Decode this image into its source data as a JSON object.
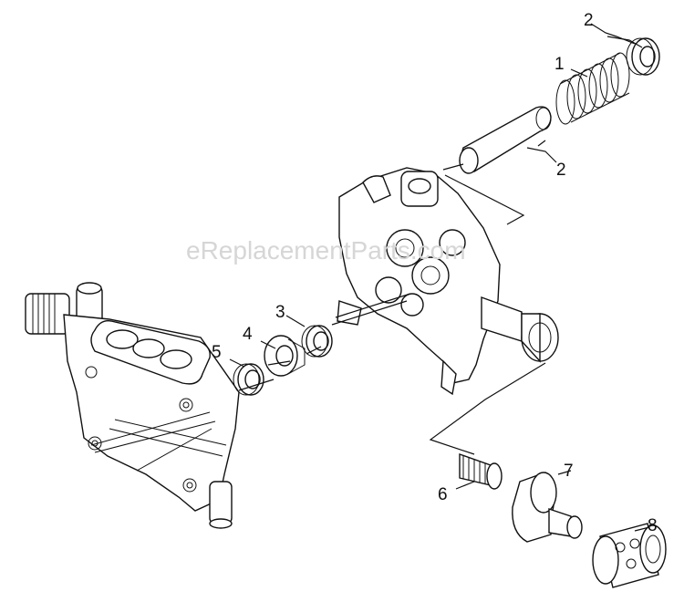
{
  "watermark": "eReplacementParts.com",
  "callouts": {
    "p1": "1",
    "p2a": "2",
    "p2b": "2",
    "p3": "3",
    "p4": "4",
    "p5": "5",
    "p6": "6",
    "p7": "7",
    "p8": "8"
  }
}
